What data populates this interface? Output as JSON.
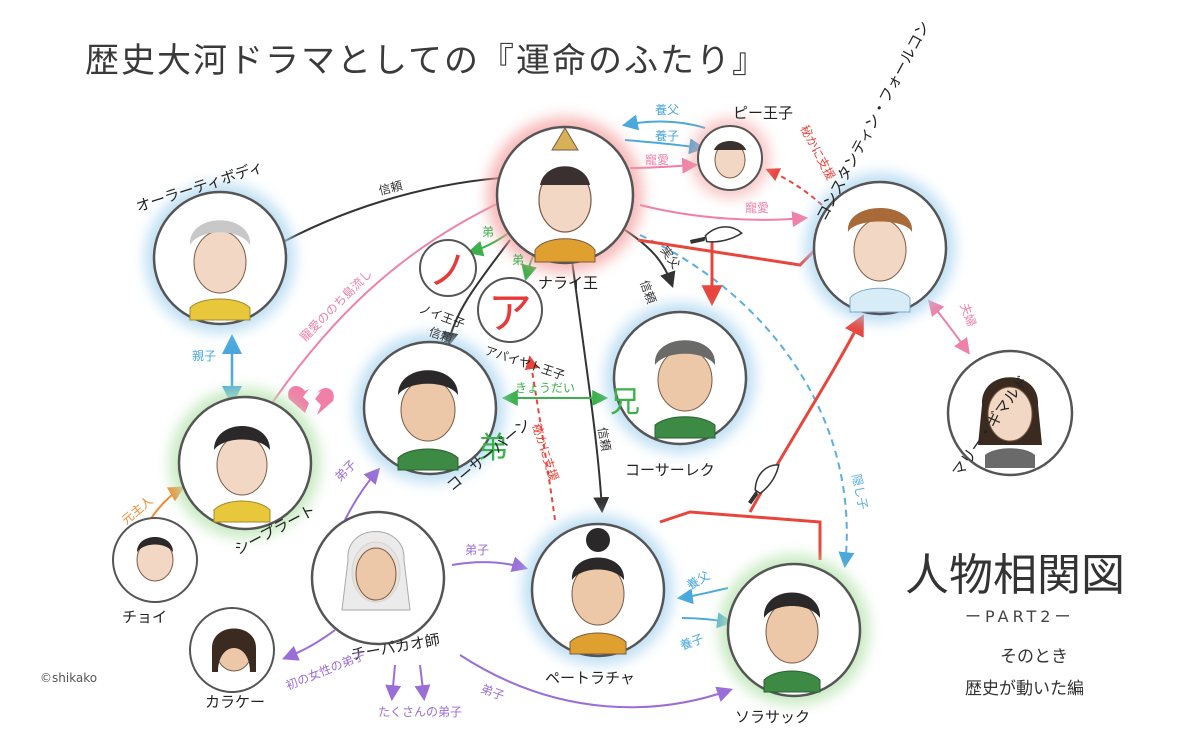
{
  "title": "歴史大河ドラマとしての『運命のふたり』",
  "legend": {
    "main": "人物相関図",
    "part": "ーPART2ー",
    "line1": "そのとき",
    "line2": "歴史が動いた編"
  },
  "credit": "©shikako",
  "characters": {
    "narai": "ナライ王",
    "pee": "ピー王子",
    "constantin": "コンスタンティン・フォールコン",
    "oora": "オーラーティボディ",
    "noi": "ノイ王子",
    "noi_glyph": "ノ",
    "apaiya": "アパイヤト王子",
    "apaiya_glyph": "ア",
    "pan": "コーサーパーン",
    "lek": "コーサーレク",
    "sipraat": "シープラート",
    "choi": "チョイ",
    "chiipakao": "チーパカオ師",
    "karake": "カラケー",
    "petracha": "ペートラチャ",
    "sorasak": "ソラサック",
    "marie": "マリー・ギマルド"
  },
  "glyphs": {
    "ani": "兄",
    "otouto": "弟"
  },
  "relations": {
    "shinrai_oora": "信頼",
    "chouai_c": "寵愛",
    "youfu_pee": "養父",
    "youshi_pee": "養子",
    "chouai_pee": "寵愛",
    "hisokani_pee": "秘かに支援",
    "otouto_noi": "弟",
    "otouto_apaiya": "弟",
    "shinrai_pan": "信頼",
    "shinrai_lek": "信頼",
    "jikei": "実父",
    "chouai_shima": "寵愛ののち島流し",
    "oyako": "親子",
    "kyoudai": "きょうだい",
    "shinrai_petracha": "信頼",
    "hisokani_apaiya": "秘かに支援",
    "kakushigo": "隠し子",
    "fuufu": "夫婦",
    "motoshujin": "元主人",
    "deshi_sipraat": "弟子",
    "deshi_petracha": "弟子",
    "deshi_sorasak": "弟子",
    "hatsu_josei": "初の女性の弟子",
    "takusan": "たくさんの弟子",
    "youfu_s": "養父",
    "youshi_s": "養子"
  },
  "colors": {
    "red": "#e8453c",
    "pink": "#f080a8",
    "blue": "#4aa8dc",
    "dashblue": "#5aaee0",
    "green": "#3cb04a",
    "purple": "#9a6ed8",
    "orange": "#f08a30",
    "black": "#333333",
    "glow_red": "#f5a0a0",
    "glow_blue": "#a8d4f0",
    "glow_green": "#b8e4b0"
  }
}
